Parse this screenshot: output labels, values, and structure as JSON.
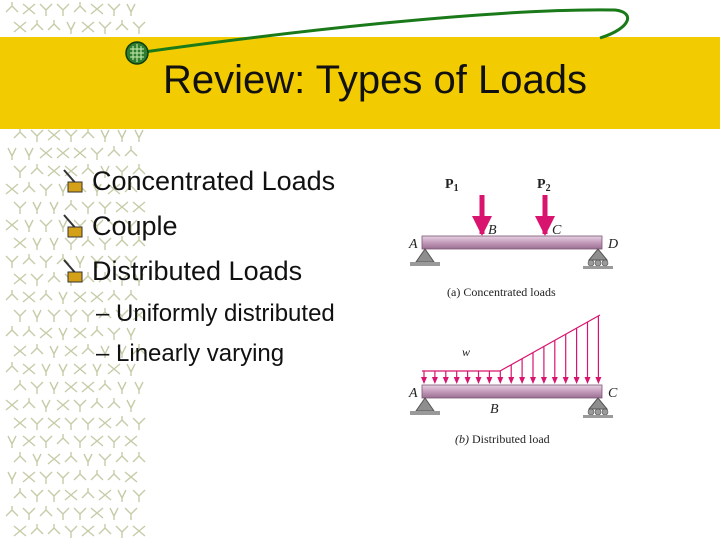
{
  "title": "Review: Types of Loads",
  "bullets": [
    "Concentrated Loads",
    "Couple",
    "Distributed Loads"
  ],
  "sub_bullets": [
    "– Uniformly distributed",
    "– Linearly varying"
  ],
  "figure_a": {
    "loads": [
      "P",
      "P"
    ],
    "load_subscripts": [
      "1",
      "2"
    ],
    "points": [
      "A",
      "B",
      "C",
      "D"
    ],
    "caption": "(a) Concentrated loads"
  },
  "figure_b": {
    "load": "w",
    "points": [
      "A",
      "B",
      "C"
    ],
    "caption_prefix": "(b)",
    "caption_rest": " Distributed load"
  },
  "colors": {
    "title_band": "#f2cc00",
    "load_arrows": "#d8146e",
    "beam": "#c9a0c0",
    "pattern": "#c7cba8"
  },
  "icons": {
    "bullet": "pencil-bullet-icon",
    "title_ornament": "green-grid-circle-icon"
  }
}
